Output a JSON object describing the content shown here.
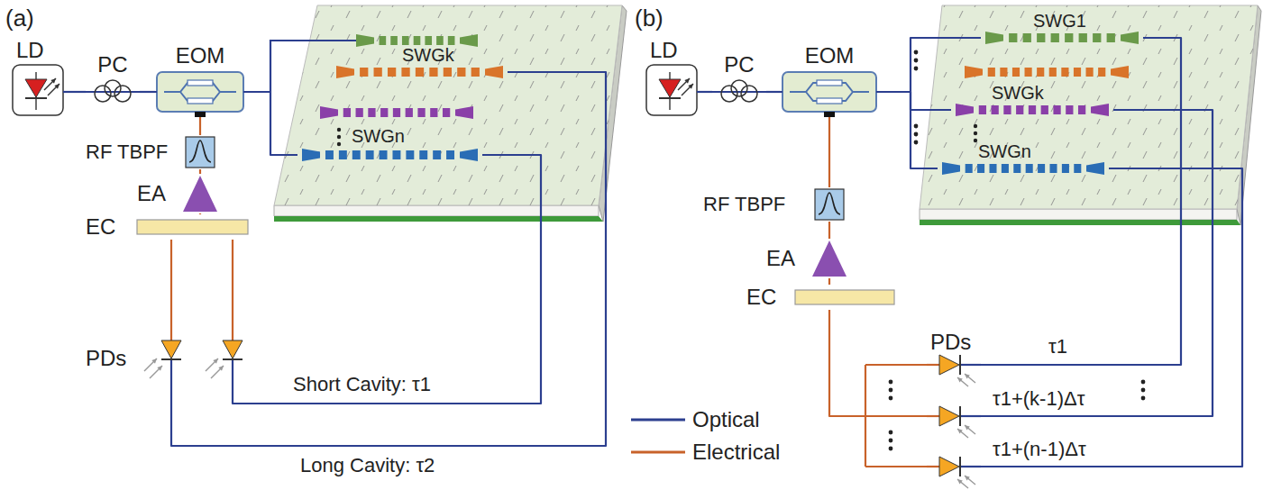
{
  "diagram": {
    "nodes": [
      {
        "text": [
          "LD"
        ]
      },
      {
        "text": [
          "PC"
        ]
      },
      {
        "text": [
          "EOM"
        ]
      },
      {
        "text": [
          "RF TBPF"
        ]
      },
      {
        "text": [
          "EA"
        ]
      },
      {
        "text": [
          "EC"
        ]
      },
      {
        "text": [
          "PDs"
        ]
      },
      {
        "text": [
          "SWGk"
        ]
      },
      {
        "text": [
          "SWGn"
        ]
      },
      {
        "text": [
          "LD"
        ]
      },
      {
        "text": [
          "PC"
        ]
      },
      {
        "text": [
          "EOM"
        ]
      },
      {
        "text": [
          "RF TBPF"
        ]
      },
      {
        "text": [
          "EA"
        ]
      },
      {
        "text": [
          "EC"
        ]
      },
      {
        "text": [
          "SWG1"
        ]
      },
      {
        "text": [
          "SWGk"
        ]
      },
      {
        "text": [
          "SWGn"
        ]
      },
      {
        "text": [
          "PDs"
        ]
      }
    ],
    "edges": [
      {
        "from": 0,
        "to": 1,
        "arrow": "none"
      },
      {
        "from": 1,
        "to": 2,
        "arrow": "none"
      },
      {
        "from": 2,
        "to": 8,
        "arrow": "none"
      },
      {
        "from": 3,
        "to": 2,
        "arrow": "none"
      },
      {
        "from": 4,
        "to": 3,
        "arrow": "none"
      },
      {
        "from": 5,
        "to": 4,
        "arrow": "none"
      },
      {
        "from": 6,
        "to": 5,
        "arrow": "none"
      },
      {
        "from": 7,
        "to": 6,
        "label": "Long Cavity: τ2",
        "arrow": "none"
      },
      {
        "from": 8,
        "to": 6,
        "label": "Short Cavity: τ1",
        "arrow": "none"
      },
      {
        "from": 9,
        "to": 10,
        "arrow": "none"
      },
      {
        "from": 10,
        "to": 11,
        "arrow": "none"
      },
      {
        "from": 11,
        "to": 15,
        "arrow": "none"
      },
      {
        "from": 11,
        "to": 16,
        "arrow": "none"
      },
      {
        "from": 11,
        "to": 17,
        "arrow": "none"
      },
      {
        "from": 12,
        "to": 11,
        "arrow": "none"
      },
      {
        "from": 13,
        "to": 12,
        "arrow": "none"
      },
      {
        "from": 14,
        "to": 13,
        "arrow": "none"
      },
      {
        "from": 18,
        "to": 14,
        "arrow": "none"
      },
      {
        "from": 15,
        "to": 18,
        "label": "τ1",
        "arrow": "none"
      },
      {
        "from": 16,
        "to": 18,
        "label": "τ1+(k-1)Δτ",
        "arrow": "none"
      },
      {
        "from": 17,
        "to": 18,
        "label": "τ1+(n-1)Δτ",
        "arrow": "none"
      }
    ],
    "labels": [
      "(a)",
      "(b)"
    ],
    "legend": [
      {
        "text": "Optical"
      },
      {
        "text": "Electrical"
      }
    ]
  }
}
